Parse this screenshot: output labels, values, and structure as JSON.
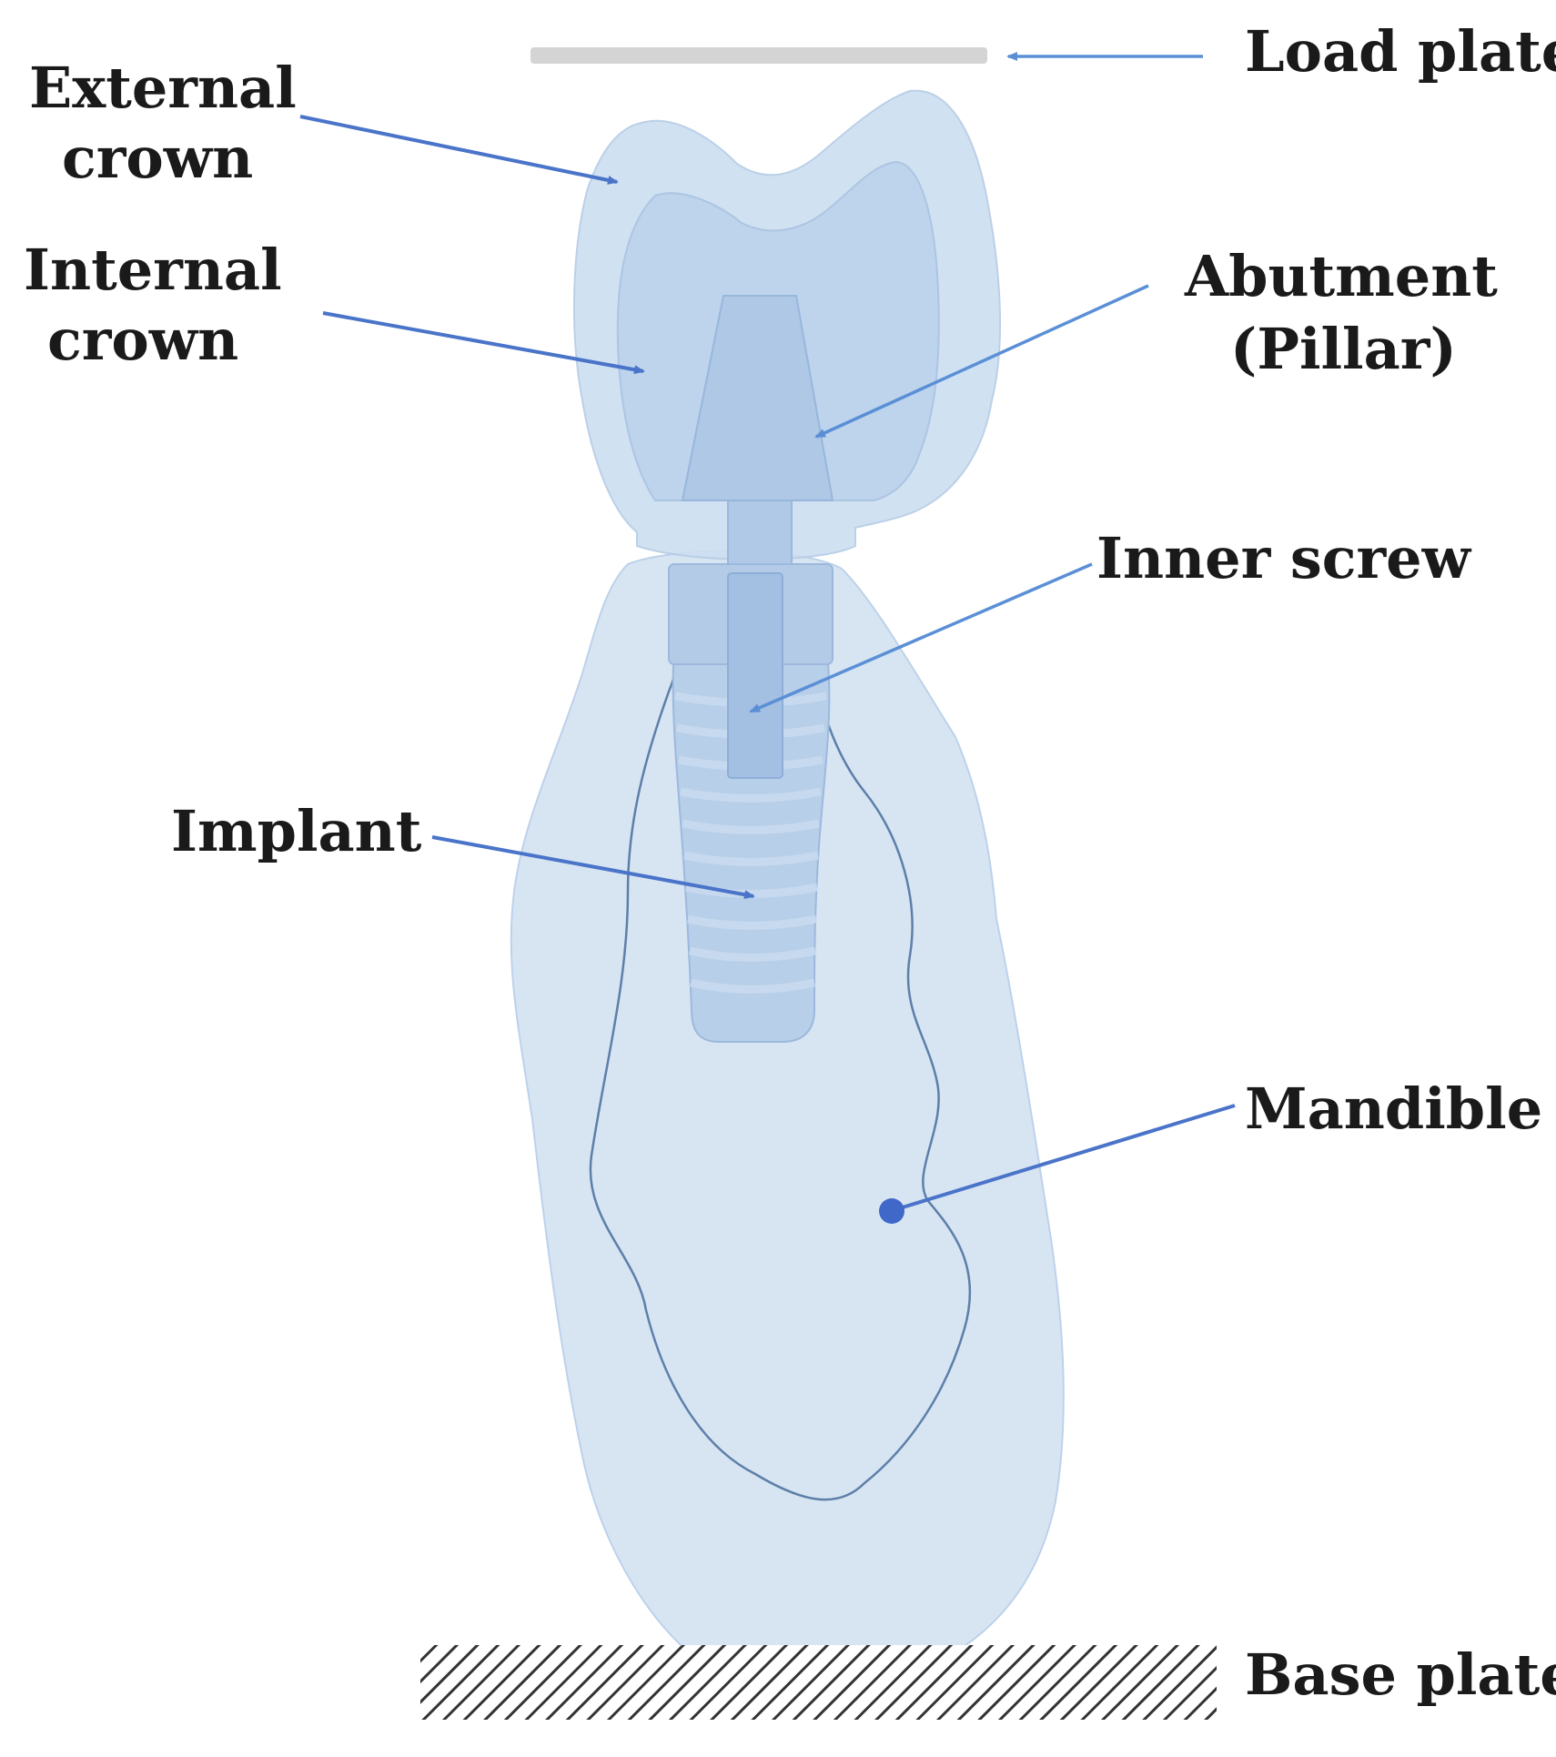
{
  "labels": {
    "load_plate": "Load plate",
    "external_crown": [
      "External",
      "crown"
    ],
    "internal_crown": [
      "Internal",
      "crown"
    ],
    "abutment": [
      "Abutment",
      "(Pillar)"
    ],
    "inner_screw": "Inner screw",
    "implant": "Implant",
    "mandible": "Mandible",
    "base_plate": "Base plate"
  },
  "colors": {
    "leader": "#4a74c9",
    "leader_light": "#5a8fd6",
    "part_fill": "#c9dcf0",
    "load_plate": "#d4d4d4",
    "text": "#1a1a1a"
  }
}
